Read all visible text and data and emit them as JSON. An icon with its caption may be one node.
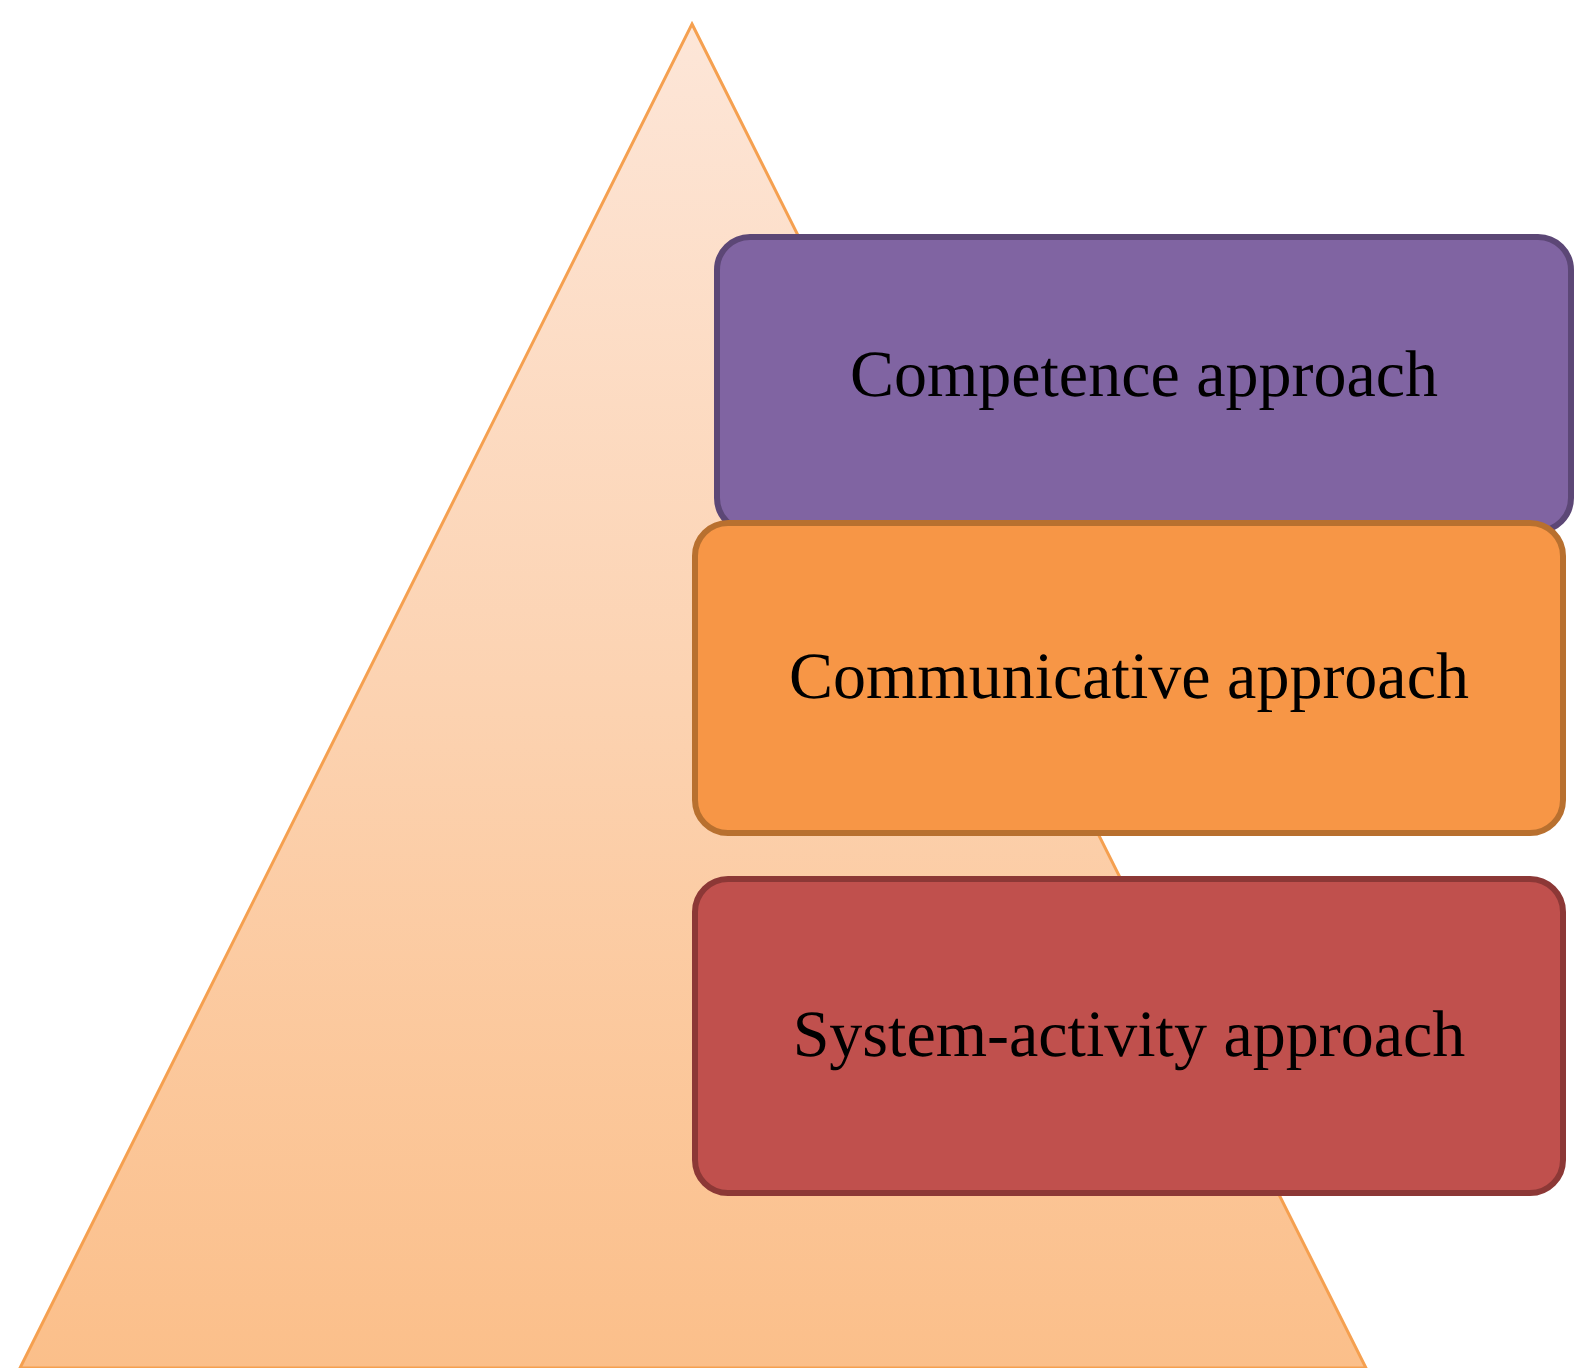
{
  "diagram": {
    "nodes": [
      {
        "text": [
          "Competence approach"
        ]
      },
      {
        "text": [
          "Communicative approach"
        ]
      },
      {
        "text": [
          "System-activity approach"
        ]
      }
    ]
  }
}
